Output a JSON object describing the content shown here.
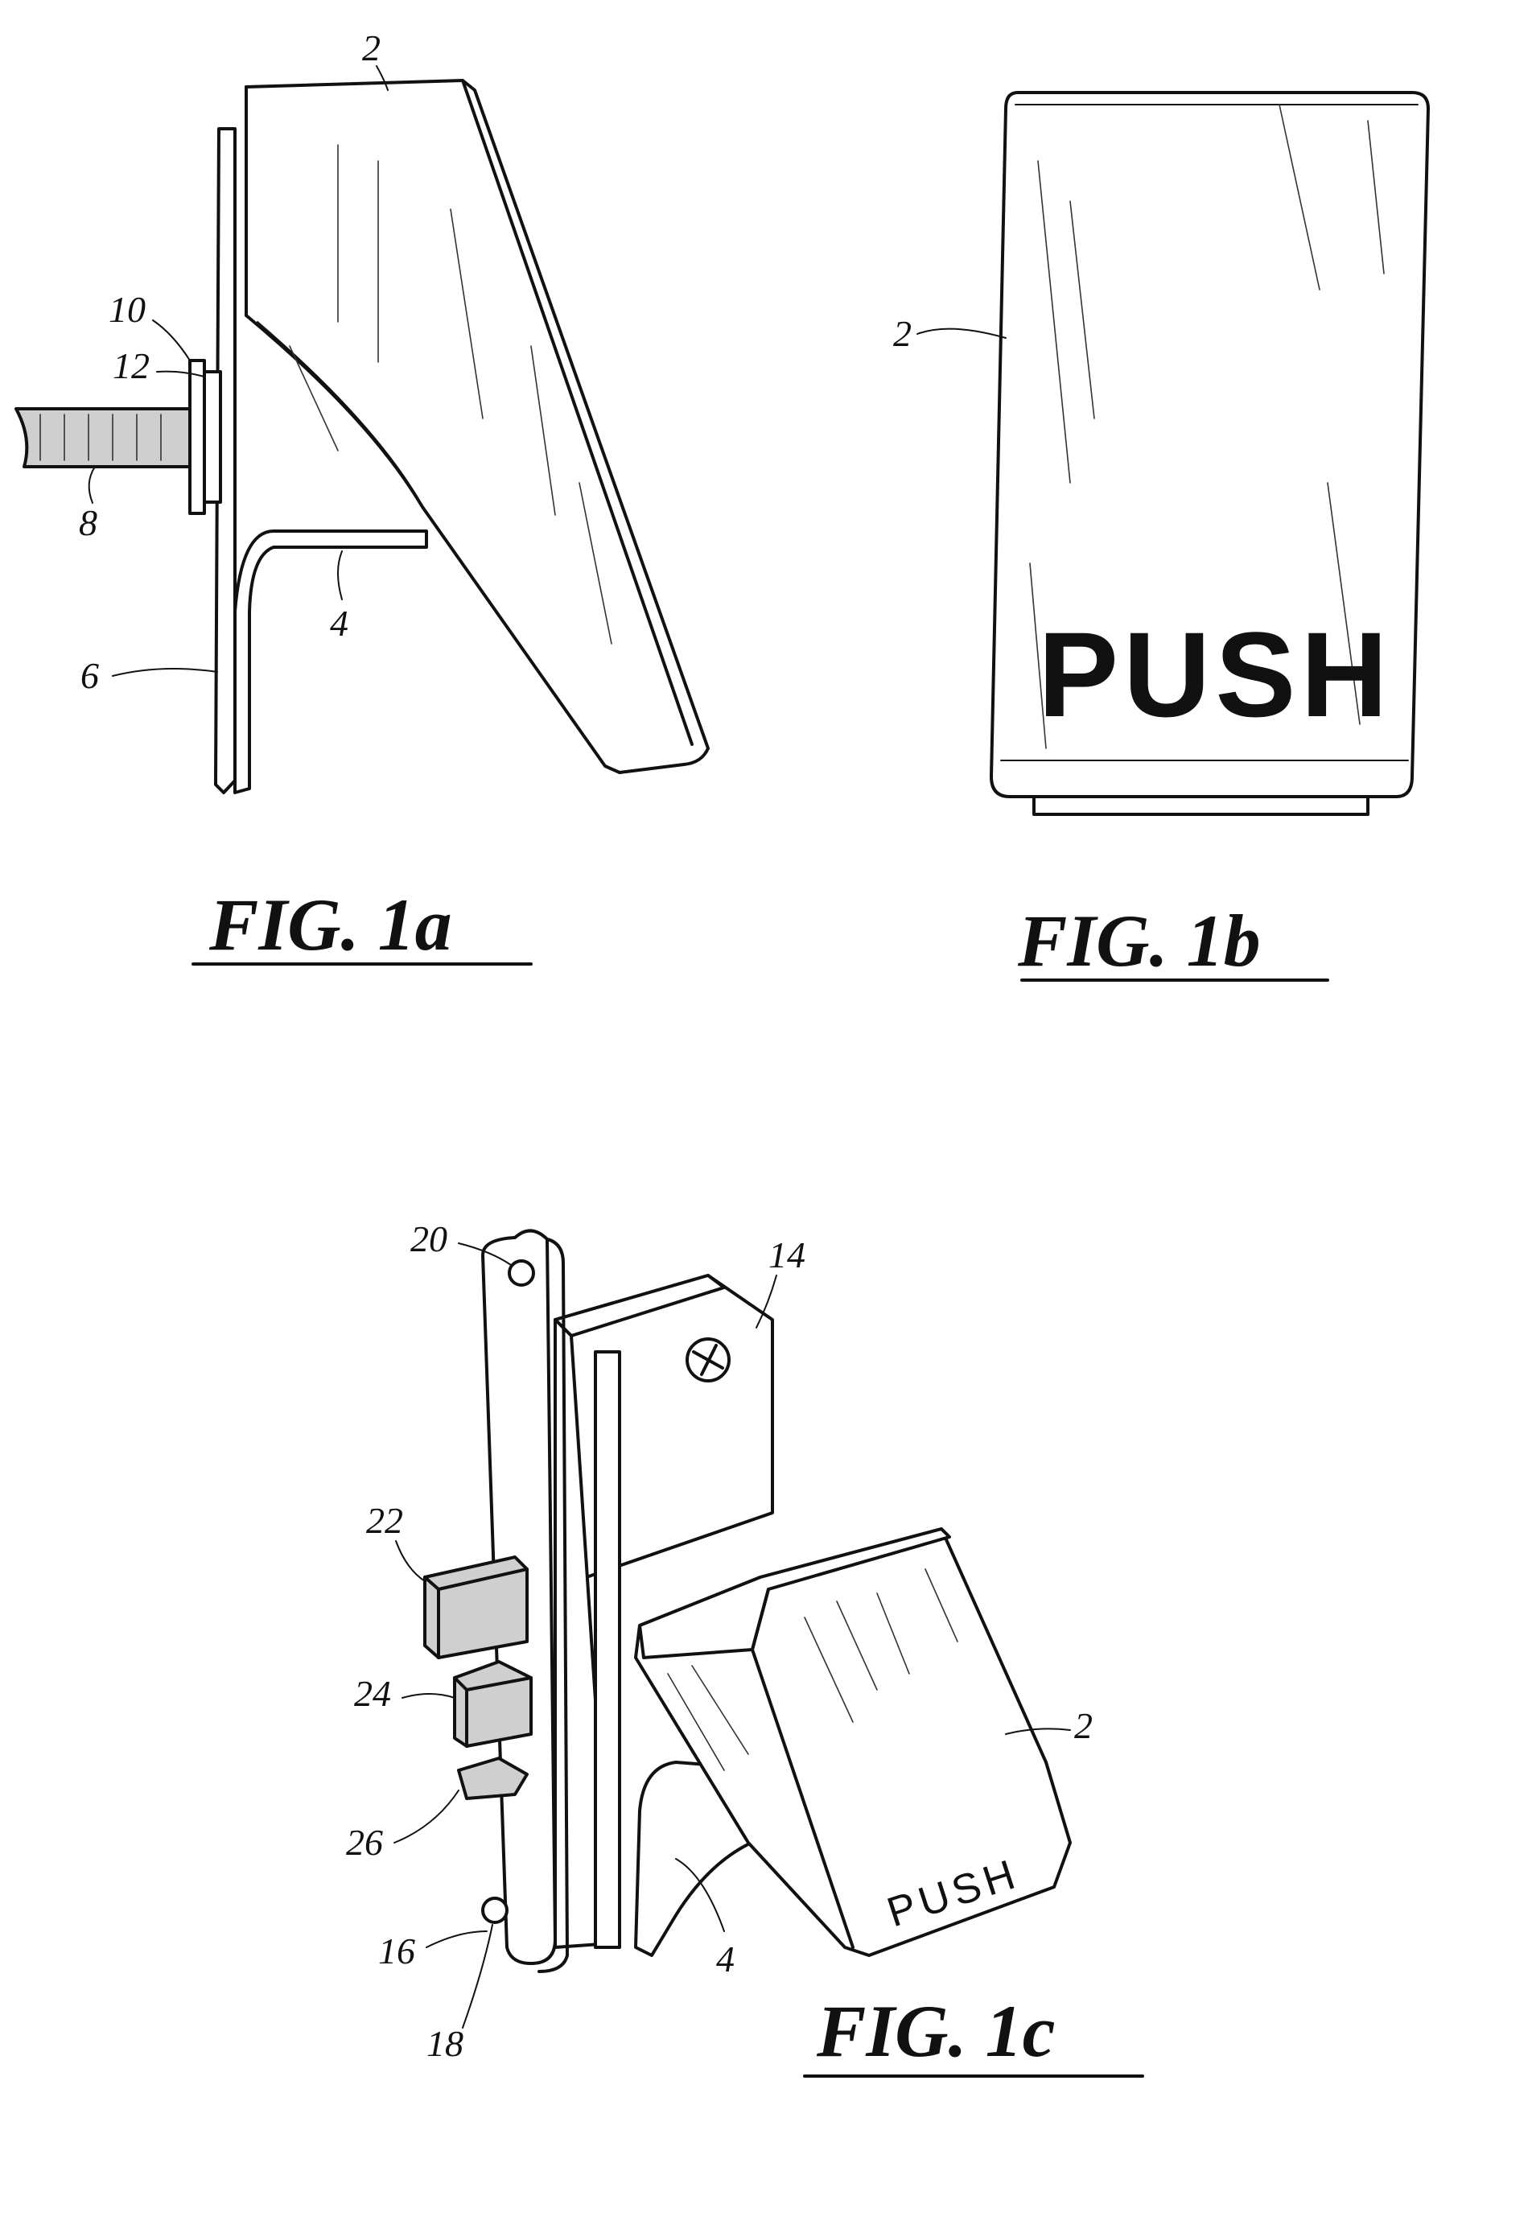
{
  "figures": {
    "fig1a": {
      "caption": "FIG. 1a",
      "refs": {
        "r2": "2",
        "r10": "10",
        "r12": "12",
        "r8": "8",
        "r4": "4",
        "r6": "6"
      }
    },
    "fig1b": {
      "caption": "FIG. 1b",
      "label": "PUSH",
      "refs": {
        "r2": "2"
      }
    },
    "fig1c": {
      "caption": "FIG. 1c",
      "label": "PUSH",
      "refs": {
        "r20": "20",
        "r14": "14",
        "r22": "22",
        "r24": "24",
        "r26": "26",
        "r2": "2",
        "r16": "16",
        "r18": "18",
        "r4": "4"
      }
    }
  }
}
